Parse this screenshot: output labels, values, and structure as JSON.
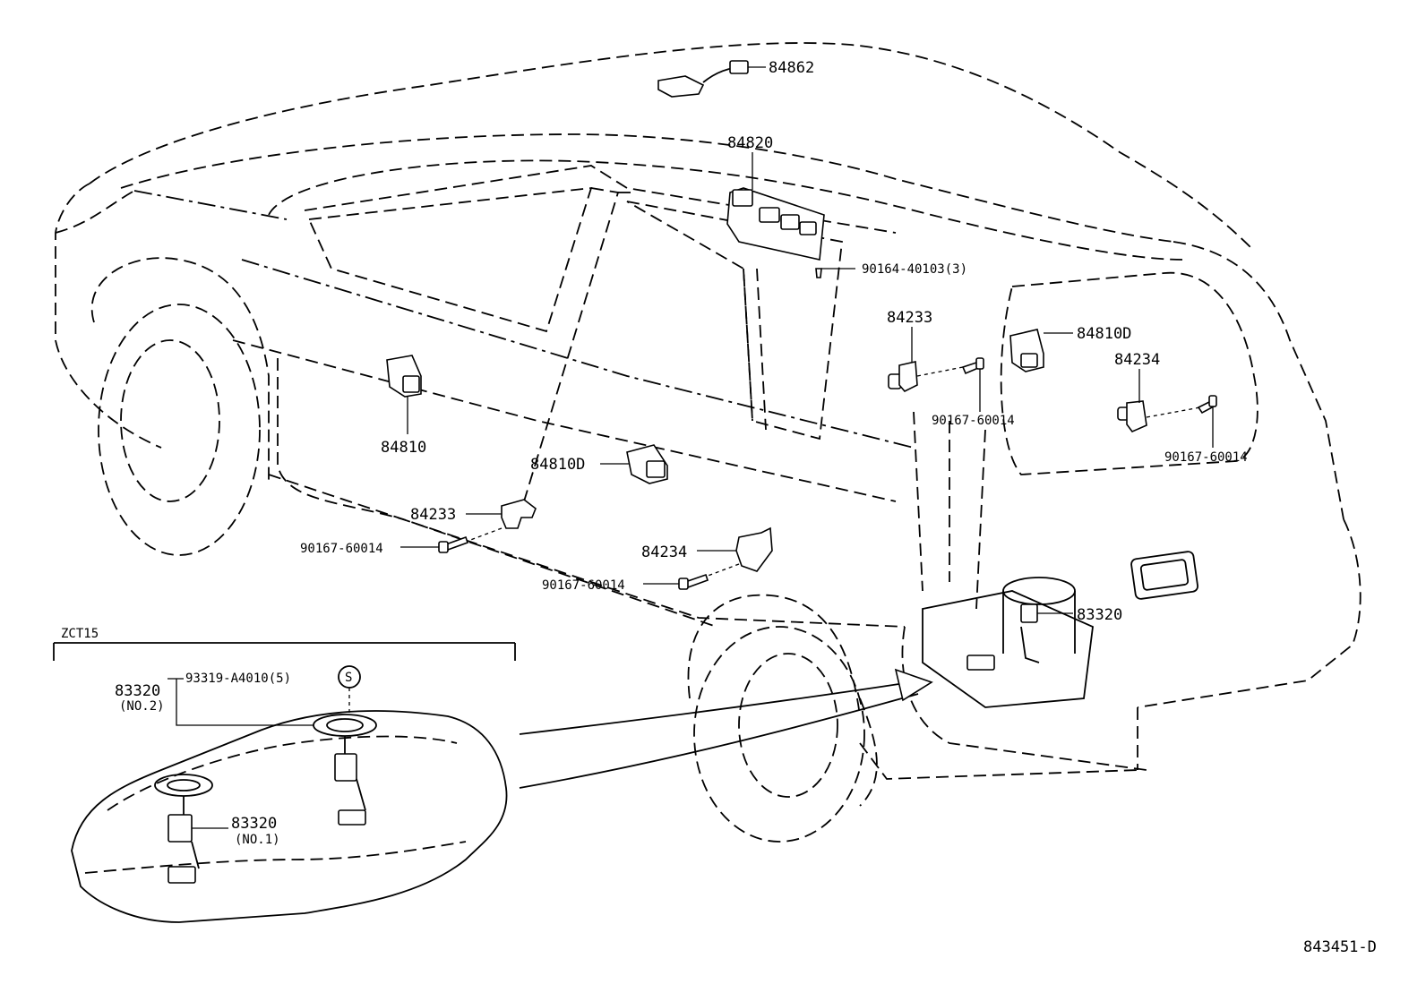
{
  "labels": {
    "p84862": "84862",
    "p84820": "84820",
    "p90164": "90164-40103(3)",
    "p84233_right": "84233",
    "p84810D_right": "84810D",
    "p84234_right": "84234",
    "p90167_mid": "90167-60014",
    "p90167_right": "90167-60014",
    "p84810": "84810",
    "p84810D_center": "84810D",
    "p84233_left": "84233",
    "p90167_left": "90167-60014",
    "p84234_center": "84234",
    "p90167_center": "90167-60014",
    "p83320_right": "83320",
    "inset_model": "ZCT15",
    "p83320_no2": "83320",
    "p83320_no2_note": "(NO.2)",
    "p93319": "93319-A4010(5)",
    "s_symbol": "S",
    "p83320_no1": "83320",
    "p83320_no1_note": "(NO.1)",
    "figure_id": "843451-D"
  }
}
